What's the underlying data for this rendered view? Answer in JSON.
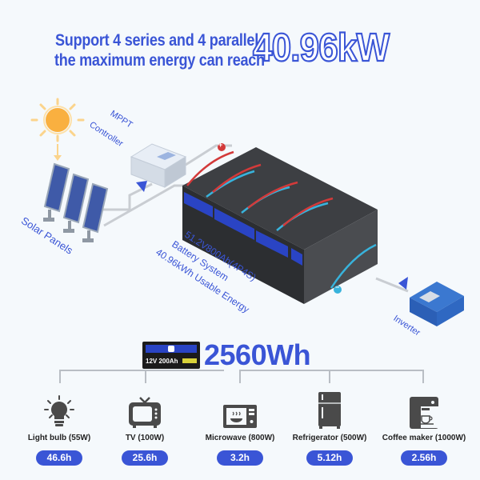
{
  "header": {
    "line1": "Support 4 series and 4 parallel",
    "line2": "the maximum energy can reach",
    "max_energy": "40.96kW"
  },
  "diagram": {
    "sun_icon": "sun-icon",
    "mppt_label": "MPPT\nController",
    "mppt_line1": "MPPT",
    "mppt_line2": "Controller",
    "solar_label": "Solar Panels",
    "battery_system": {
      "line1": "51.2V800Ah(4P4S)",
      "line2": "Battery System",
      "line3": "40.96kWh Usable Energy"
    },
    "battery_module_label": "12V 200Ah",
    "inverter_label": "Inverter",
    "terminal_positive": "+",
    "terminal_negative": "−"
  },
  "single_battery": {
    "label": "12V 200Ah",
    "energy": "2560Wh"
  },
  "appliances": [
    {
      "name": "Light bulb (55W)",
      "runtime": "46.6h",
      "icon": "light-bulb-icon"
    },
    {
      "name": "TV (100W)",
      "runtime": "25.6h",
      "icon": "tv-icon"
    },
    {
      "name": "Microwave (800W)",
      "runtime": "3.2h",
      "icon": "microwave-icon"
    },
    {
      "name": "Refrigerator (500W)",
      "runtime": "5.12h",
      "icon": "refrigerator-icon"
    },
    {
      "name": "Coffee maker (1000W)",
      "runtime": "2.56h",
      "icon": "coffee-maker-icon"
    }
  ],
  "colors": {
    "accent": "#3a55d6",
    "background": "#f5f9fc",
    "icon_gray": "#4a4a4a",
    "connector": "#b9bec4"
  }
}
